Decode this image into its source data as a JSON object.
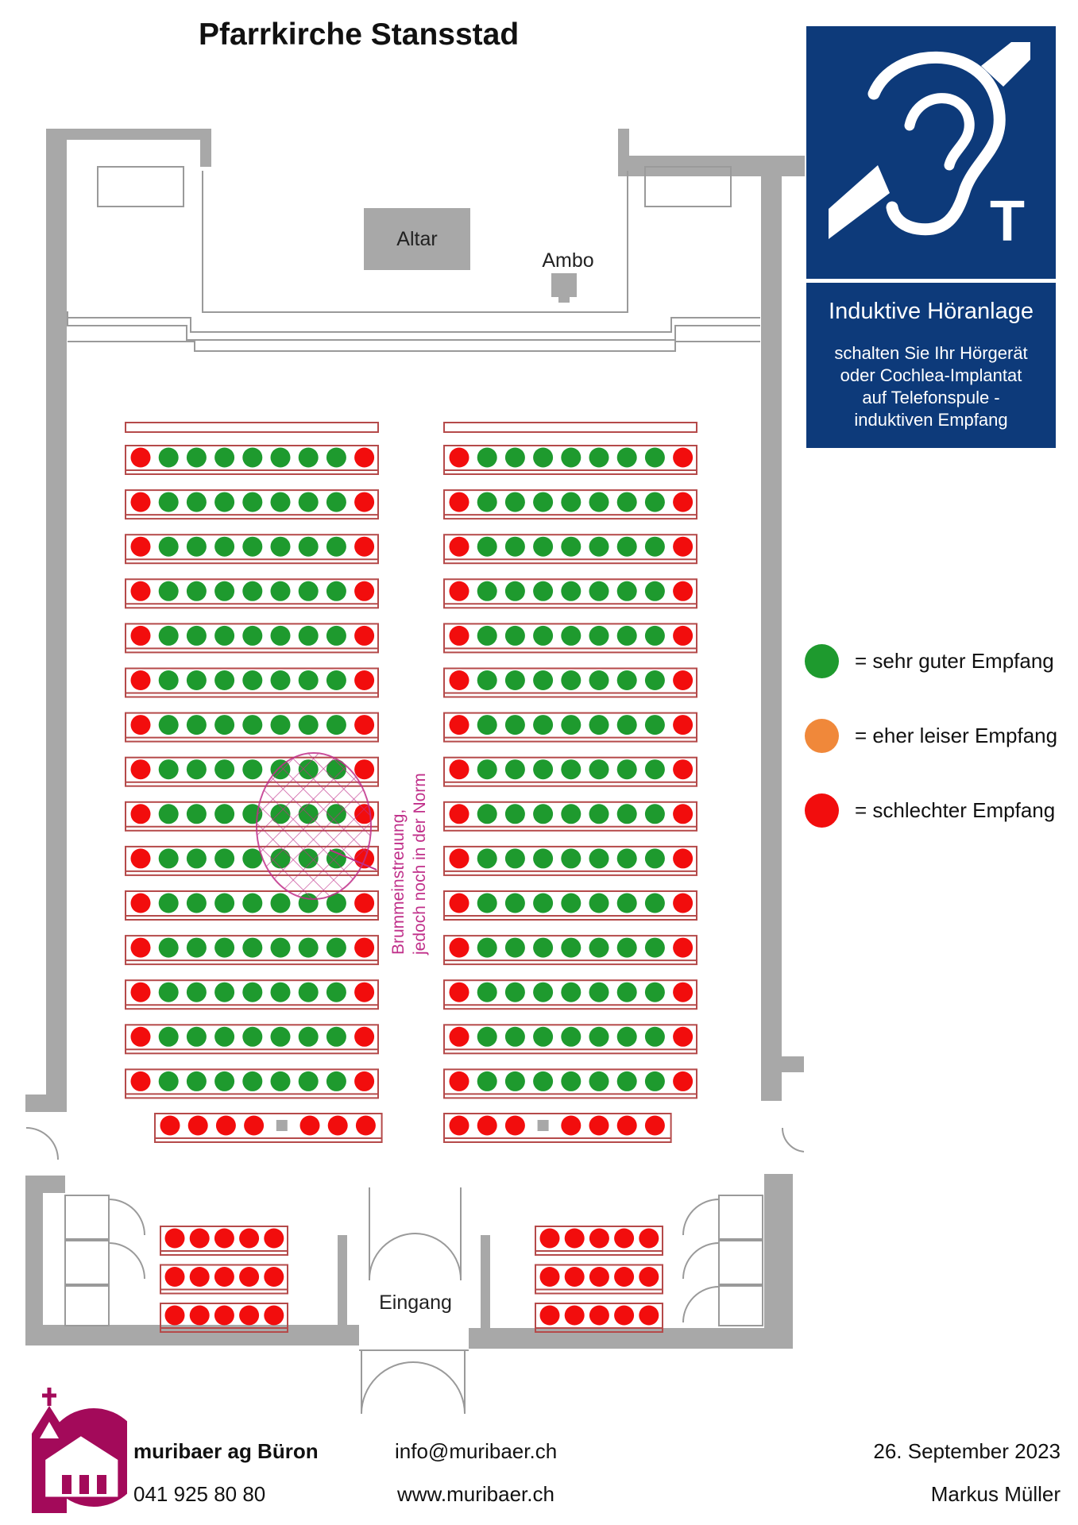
{
  "title": "Pfarrkirche Stansstad",
  "plan": {
    "altar_label": "Altar",
    "ambo_label": "Ambo",
    "entrance_label": "Eingang",
    "annotation_line1": "Brummeinstreuung,",
    "annotation_line2": "jedoch noch in der Norm",
    "main_rows": 15,
    "front_full_row_seats": 9,
    "back_row_left": [
      "red",
      "red",
      "red",
      "red",
      "gap",
      "red",
      "red",
      "red"
    ],
    "back_row_right": [
      "red",
      "red",
      "red",
      "gap",
      "red",
      "red",
      "red",
      "red"
    ],
    "side_rows": 3,
    "side_row_seats": 5
  },
  "sign": {
    "icon": "ear-hearing-loop-icon",
    "letter": "T",
    "heading": "Induktive Höranlage",
    "line1": "schalten Sie Ihr Hörgerät",
    "line2": "oder Cochlea-Implantat",
    "line3": "auf Telefonspule -",
    "line4": "induktiven Empfang"
  },
  "legend": [
    {
      "label": "= sehr guter Empfang",
      "color": "#1e9a2e"
    },
    {
      "label": "= eher leiser  Empfang",
      "color": "#f0883a"
    },
    {
      "label": "= schlechter Empfang",
      "color": "#f20d0d"
    }
  ],
  "colors": {
    "good": "#1e9a2e",
    "poor": "#f20d0d",
    "wall": "#a8a8a8",
    "pew": "#b54a4a",
    "annotation": "#c0308a",
    "sign_blue": "#0d3a7a",
    "logo": "#a30a5a"
  },
  "footer": {
    "company": "muribaer ag Büron",
    "phone": "041 925 80 80",
    "email": "info@muribaer.ch",
    "web": "www.muribaer.ch",
    "date": "26. September 2023",
    "author": "Markus Müller"
  }
}
